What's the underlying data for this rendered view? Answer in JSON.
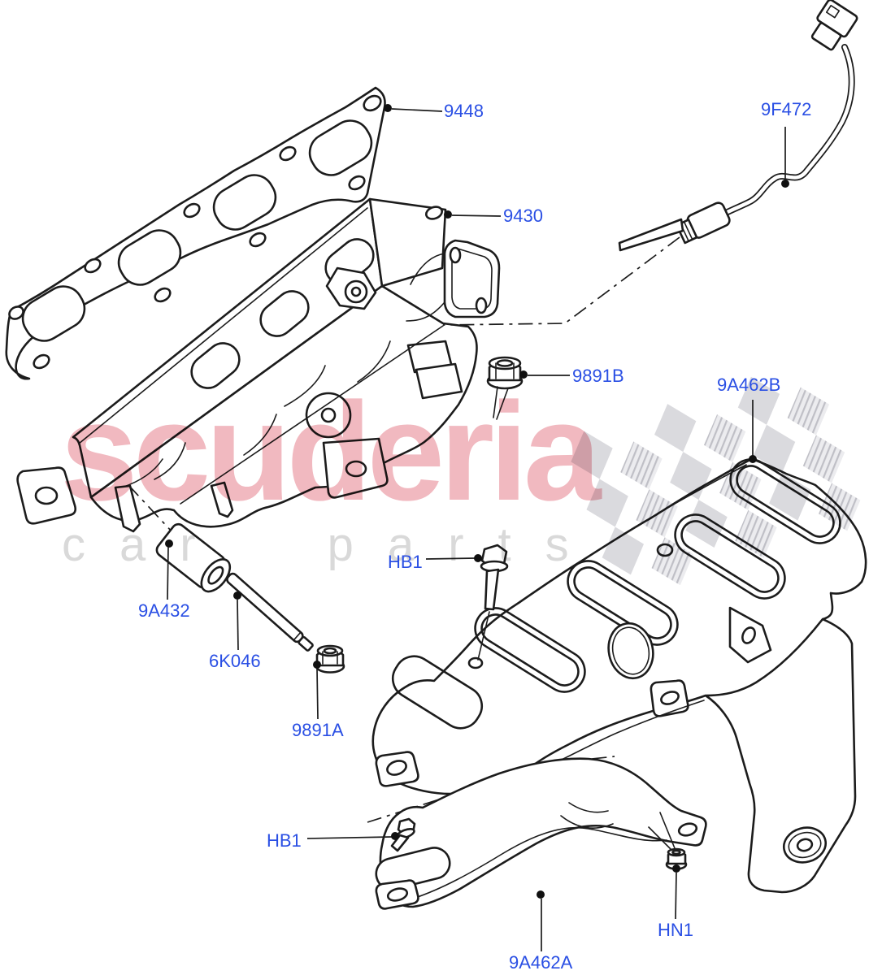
{
  "diagram": {
    "kind": "exploded-parts-diagram",
    "line_color": "#1c1c1c",
    "label_color": "#2a4fe4"
  },
  "labels": [
    {
      "id": "gasket",
      "text": "9448"
    },
    {
      "id": "exhaust-manifold",
      "text": "9430"
    },
    {
      "id": "temperature-sensor",
      "text": "9F472"
    },
    {
      "id": "nut-upper",
      "text": "9891B"
    },
    {
      "id": "heat-shield-upper",
      "text": "9A462B"
    },
    {
      "id": "bolt-upper",
      "text": "HB1"
    },
    {
      "id": "spacer",
      "text": "9A432"
    },
    {
      "id": "stud",
      "text": "6K046"
    },
    {
      "id": "nut-mid",
      "text": "9891A"
    },
    {
      "id": "bolt-lower",
      "text": "HB1"
    },
    {
      "id": "heat-shield-lower",
      "text": "9A462A"
    },
    {
      "id": "nut-lower",
      "text": "HN1"
    }
  ],
  "watermark": {
    "word": "scuderia",
    "letters_line": "car parts",
    "word_color": "#f1b9c0",
    "letters_color": "#d9d9d9",
    "flag_icon": "checkered-flag",
    "flag_colors": [
      "#dadade",
      "#c2c2c9"
    ]
  }
}
